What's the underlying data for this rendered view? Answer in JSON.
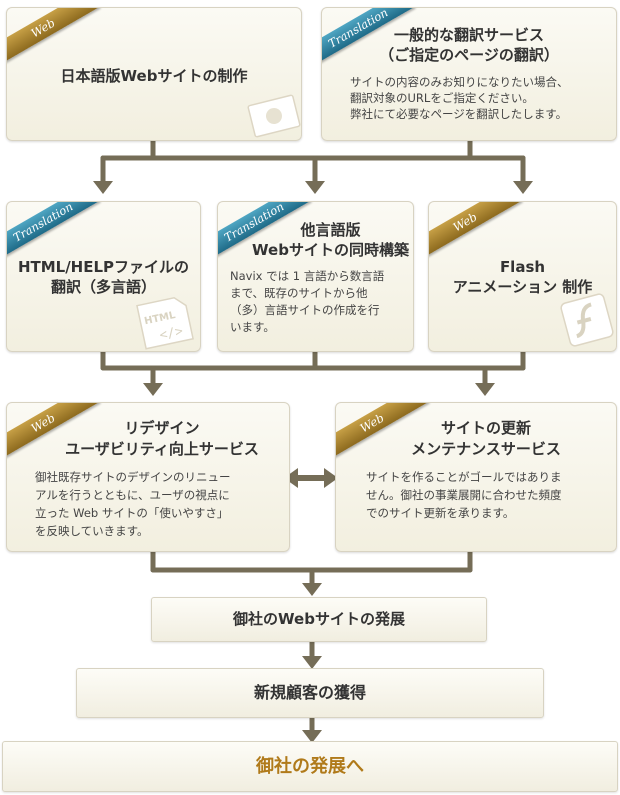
{
  "top_left": {
    "badge": "Web",
    "title": "日本語版Webサイトの制作"
  },
  "top_right": {
    "badge": "Translation",
    "title_line1": "一般的な翻訳サービス",
    "title_line2": "（ご指定のページの翻訳）",
    "desc_line1": "サイトの内容のみお知りになりたい場合、",
    "desc_line2": "翻訳対象のURLをご指定ください。",
    "desc_line3": "弊社にて必要なページを翻訳したします。"
  },
  "mid_left": {
    "badge": "Translation",
    "title_line1": "HTML/HELPファイルの",
    "title_line2": "翻訳（多言語）",
    "icon_text": "HTML"
  },
  "mid_center": {
    "badge": "Translation",
    "title_line1": "他言語版",
    "title_line2": "Webサイトの同時構築",
    "desc_line1": "Navix では 1 言語から数言語",
    "desc_line2": "まで、既存のサイトから他",
    "desc_line3": "（多）言語サイトの作成を行",
    "desc_line4": "います。"
  },
  "mid_right": {
    "badge": "Web",
    "title_line1": "Flash",
    "title_line2": "アニメーション 制作"
  },
  "low_left": {
    "badge": "Web",
    "title_line1": "リデザイン",
    "title_line2": "ユーザビリティ向上サービス",
    "desc_line1": "御社既存サイトのデザインのリニュー",
    "desc_line2": "アルを行うとともに、ユーザの視点に",
    "desc_line3": "立った Web サイトの「使いやすさ」",
    "desc_line4": "を反映していきます。"
  },
  "low_right": {
    "badge": "Web",
    "title_line1": "サイトの更新",
    "title_line2": "メンテナンスサービス",
    "desc_line1": "サイトを作ることがゴールではありま",
    "desc_line2": "せん。御社の事業展開に合わせた頻度",
    "desc_line3": "でのサイト更新を承ります。"
  },
  "steps": {
    "step1": "御社のWebサイトの発展",
    "step2": "新規顧客の獲得",
    "step3": "御社の発展へ"
  },
  "colors": {
    "connector": "#756d57",
    "badge_web": "#a8852f",
    "badge_translation": "#2e86a6",
    "final_text": "#b07a1a"
  }
}
